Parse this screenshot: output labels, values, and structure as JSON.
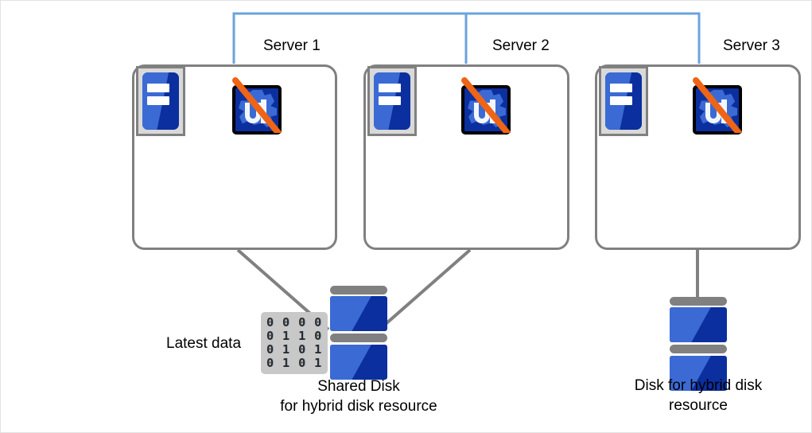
{
  "diagram": {
    "title": "Hybrid disk resource failure diagram",
    "colors": {
      "network_line": "#6ba3dc",
      "box_border": "#808080",
      "connector_line": "#808080",
      "disk_blue_light": "#3b6ad4",
      "disk_blue_dark": "#0b2f9e",
      "slash_orange": "#ef6415",
      "rack_frame": "#d9d9d9",
      "binary_block_bg": "#c8c8c8",
      "canvas_bg": "#ffffff"
    },
    "network": {
      "name": "interconnect-bus",
      "orientation": "horizontal"
    },
    "servers": [
      {
        "label": "Server 1",
        "rack_icon": "server-rack-icon",
        "app_icon": "cluster-service-icon",
        "status_overlay": "disabled-slash",
        "connector": "diagonal"
      },
      {
        "label": "Server 2",
        "rack_icon": "server-rack-icon",
        "app_icon": "cluster-service-icon",
        "status_overlay": "disabled-slash",
        "connector": "diagonal"
      },
      {
        "label": "Server 3",
        "rack_icon": "server-rack-icon",
        "app_icon": "cluster-service-icon",
        "status_overlay": "disabled-slash",
        "connector": "vertical"
      }
    ],
    "latest_data": {
      "label": "Latest data",
      "icon": "binary-data-icon",
      "bits": [
        "0 0 0 0",
        "0 1 1 0",
        "0 1 0 1",
        "0 1 0 1"
      ]
    },
    "shared_disk": {
      "icon": "disk-stack-icon",
      "caption_line1": "Shared  Disk",
      "caption_line2": "for hybrid disk resource"
    },
    "hybrid_disk": {
      "icon": "disk-stack-icon",
      "caption_line1": "Disk for hybrid  disk",
      "caption_line2": "resource"
    }
  }
}
